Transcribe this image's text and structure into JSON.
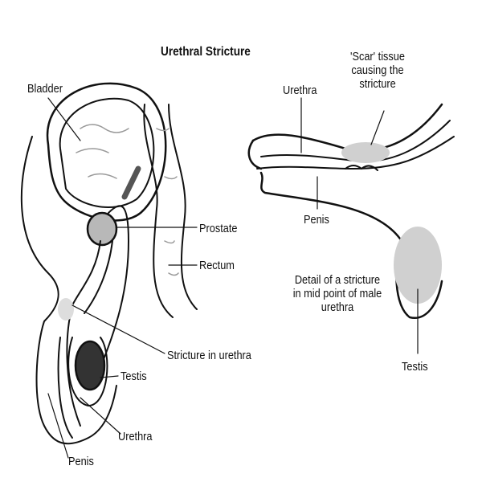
{
  "title": "Urethral Stricture",
  "left_labels": {
    "bladder": "Bladder",
    "prostate": "Prostate",
    "rectum": "Rectum",
    "stricture": "Stricture in urethra",
    "testis": "Testis",
    "urethra": "Urethra",
    "penis": "Penis"
  },
  "right_labels": {
    "scar_line1": "'Scar' tissue",
    "scar_line2": "causing the",
    "scar_line3": "stricture",
    "urethra": "Urethra",
    "penis": "Penis",
    "detail_line1": "Detail of a stricture",
    "detail_line2": "in mid point of male",
    "detail_line3": "urethra",
    "testis": "Testis"
  },
  "colors": {
    "organ_fill": "#b8b8b8",
    "scar_fill": "#d0d0d0",
    "line": "#111111"
  }
}
